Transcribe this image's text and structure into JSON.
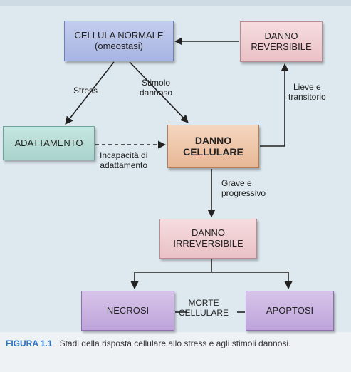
{
  "nodes": {
    "normal": {
      "line1": "CELLULA NORMALE",
      "line2": "(omeostasi)"
    },
    "reversible": {
      "line1": "DANNO",
      "line2": "REVERSIBILE"
    },
    "adapt": {
      "line1": "ADATTAMENTO"
    },
    "damage": {
      "line1": "DANNO",
      "line2": "CELLULARE"
    },
    "irreversible": {
      "line1": "DANNO",
      "line2": "IRREVERSIBILE"
    },
    "necrosi": {
      "line1": "NECROSI"
    },
    "apoptosi": {
      "line1": "APOPTOSI"
    }
  },
  "edges": {
    "stress": "Stress",
    "stimolo": {
      "line1": "Stimolo",
      "line2": "dannoso"
    },
    "lieve": {
      "line1": "Lieve e",
      "line2": "transitorio"
    },
    "incapacita": {
      "line1": "Incapacità di",
      "line2": "adattamento"
    },
    "grave": {
      "line1": "Grave e",
      "line2": "progressivo"
    },
    "morte": {
      "line1": "MORTE",
      "line2": "CELLULARE"
    }
  },
  "caption": {
    "label": "FIGURA 1.1",
    "text": "Stadi della risposta cellulare allo stress e agli stimoli dannosi."
  },
  "colors": {
    "caption_label": "#2c72c4",
    "blue_box": "#b3bfe8",
    "pink_box": "#efcdd1",
    "teal_box": "#b5dcd6",
    "orange_box": "#edc4a6",
    "purple_box": "#c9b1e1"
  }
}
